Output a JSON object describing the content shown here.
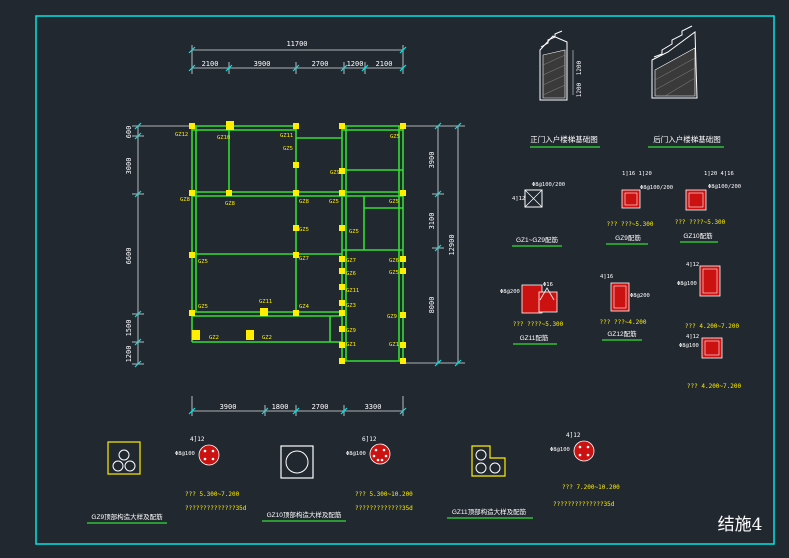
{
  "sheet_title": "结施4",
  "plan": {
    "top_total": "11700",
    "top_dims": [
      "2100",
      "3900",
      "2700",
      "1200",
      "2100"
    ],
    "bottom_dims": [
      "3900",
      "1800",
      "2700",
      "3300"
    ],
    "left_dims": [
      "600",
      "3000",
      "6600",
      "1500",
      "1200"
    ],
    "right_dims": [
      "3900",
      "3100",
      "8000"
    ],
    "right_total": "12900",
    "column_labels": [
      "GZ12",
      "GZ10",
      "GZ11",
      "GZ5",
      "GZ5",
      "GZ9",
      "GZ8",
      "GZ8",
      "GZ8",
      "GZ5",
      "GZ5",
      "GZ5",
      "GZ5",
      "GZ5",
      "GZ7",
      "GZ7",
      "GZ6",
      "GZ6",
      "GZ5",
      "GZ11",
      "GZ5",
      "GZ11",
      "GZ4",
      "GZ3",
      "GZ9",
      "GZ9",
      "GZ2",
      "GZ2",
      "GZ1",
      "GZ1"
    ]
  },
  "stair_details": {
    "front_title": "正门入户楼梯基础图",
    "back_title": "后门入户楼梯基础图",
    "dims": [
      "1200",
      "1200"
    ]
  },
  "column_sections": [
    {
      "title": "GZ1~GZ9配筋",
      "rebar": "4]12",
      "stirrup": "Φ8@100/200",
      "note": ""
    },
    {
      "title": "GZ9配筋",
      "rebar": "1]16 1]20",
      "stirrup": "Φ8@100/200",
      "note": "??? ???~5.300"
    },
    {
      "title": "GZ10配筋",
      "rebar": "1]20 4]16",
      "stirrup": "Φ8@100/200",
      "note": "??? ????~5.300"
    },
    {
      "title": "GZ11配筋",
      "rebar": "Φ16",
      "stirrup": "Φ8@200",
      "note": "??? ????~5.300"
    },
    {
      "title": "GZ12配筋",
      "rebar": "4]16",
      "stirrup": "Φ8@200",
      "note": "??? ???~4.200"
    },
    {
      "title": "",
      "rebar": "4]12",
      "stirrup": "Φ8@100",
      "note": "??? 4.200~7.200"
    },
    {
      "title": "",
      "rebar": "4]12",
      "stirrup": "Φ8@100",
      "note": "??? 4.200~7.200"
    }
  ],
  "bottom_details": [
    {
      "title": "GZ9顶部构造大样及配筋",
      "rebar": "4]12",
      "stirrup": "Φ8@100",
      "note1": "??? 5.300~7.200",
      "note2": "??????????????35d"
    },
    {
      "title": "GZ10顶部构造大样及配筋",
      "rebar": "6]12",
      "stirrup": "Φ8@100",
      "note1": "??? 5.300~10.200",
      "note2": "?????????????35d"
    },
    {
      "title": "GZ11顶部构造大样及配筋",
      "rebar": "4]12",
      "stirrup": "Φ8@100",
      "note1": "??? 7.200~10.200",
      "note2": "??????????????35d"
    }
  ]
}
